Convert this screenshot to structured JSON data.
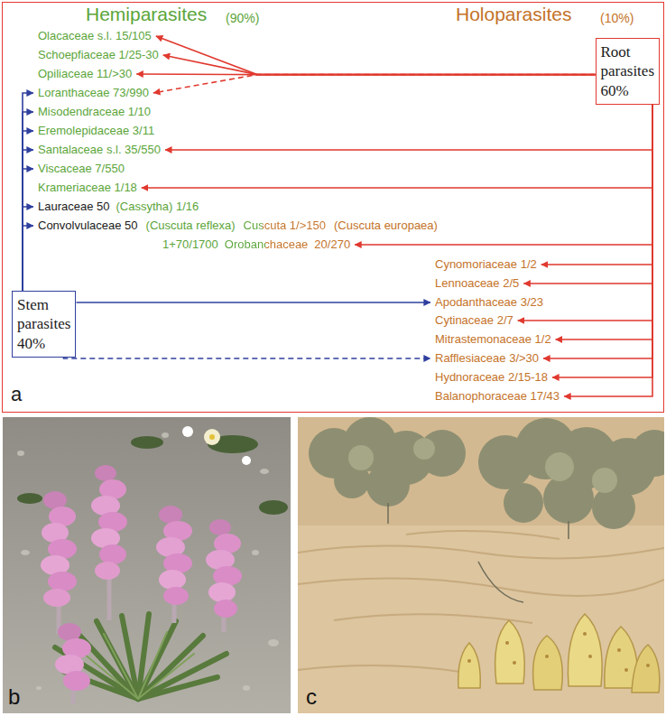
{
  "diagram": {
    "nodes": [
      {
        "text": [
          "Hemiparasites",
          "(90%)",
          "Holoparasites",
          "(10%)",
          "a"
        ]
      },
      {
        "text": [
          "Olacaceae s.l. 15/105"
        ],
        "in": 0
      },
      {
        "text": [
          "Schoepfiaceae 1/25-30"
        ],
        "in": 0
      },
      {
        "text": [
          "Root parasites 60%"
        ],
        "in": 0
      },
      {
        "text": [
          "Opiliaceae 11/>30"
        ],
        "in": 0
      },
      {
        "text": [
          "Loranthaceae 73/990"
        ],
        "in": 0
      },
      {
        "text": [
          "Misodendraceae 1/10"
        ],
        "in": 0
      },
      {
        "text": [
          "Eremolepidaceae 3/11"
        ],
        "in": 0
      },
      {
        "text": [
          "Santalaceae s.l. 35/550"
        ],
        "in": 0
      },
      {
        "text": [
          "Viscaceae 7/550"
        ],
        "in": 0
      },
      {
        "text": [
          "Krameriaceae 1/18"
        ],
        "in": 0
      },
      {
        "text": [
          "Lauraceae 50",
          "(Cassytha) 1/16"
        ],
        "in": 0
      },
      {
        "text": [
          "Convolvulaceae 50",
          "(Cuscuta reflexa)",
          "Cuscuta 1/>150",
          "(Cuscuta europaea)"
        ],
        "in": 0
      },
      {
        "text": [
          "1+70/1700",
          "Orobanchaceae",
          "20/270"
        ],
        "in": 0
      },
      {
        "text": [
          "Stem parasites 40%"
        ],
        "in": 0
      },
      {
        "text": [
          "Cynomoriaceae 1/2"
        ],
        "in": 0
      },
      {
        "text": [
          "Lennoaceae 2/5"
        ],
        "in": 0
      },
      {
        "text": [
          "Apodanthaceae 3/23"
        ],
        "in": 0
      },
      {
        "text": [
          "Cytinaceae 2/7"
        ],
        "in": 0
      },
      {
        "text": [
          "Mitrastemonaceae 1/2"
        ],
        "in": 0
      },
      {
        "text": [
          "Rafflesiaceae 3/>30"
        ],
        "in": 0
      },
      {
        "text": [
          "Hydnoraceae 2/15-18"
        ],
        "in": 0
      },
      {
        "text": [
          "Balanophoraceae 17/43"
        ],
        "in": 0
      }
    ],
    "edges": [
      {
        "from": 3,
        "to": 1,
        "arrow": "to"
      },
      {
        "from": 3,
        "to": 2,
        "arrow": "to"
      },
      {
        "from": 3,
        "to": 4,
        "arrow": "to"
      },
      {
        "from": 3,
        "to": 5,
        "arrow": "to"
      },
      {
        "from": 3,
        "to": 8,
        "arrow": "to"
      },
      {
        "from": 3,
        "to": 10,
        "arrow": "to"
      },
      {
        "from": 3,
        "to": 13,
        "arrow": "to"
      },
      {
        "from": 3,
        "to": 15,
        "arrow": "to"
      },
      {
        "from": 3,
        "to": 16,
        "arrow": "to"
      },
      {
        "from": 3,
        "to": 18,
        "arrow": "to"
      },
      {
        "from": 3,
        "to": 19,
        "arrow": "to"
      },
      {
        "from": 3,
        "to": 20,
        "arrow": "to"
      },
      {
        "from": 3,
        "to": 21,
        "arrow": "to"
      },
      {
        "from": 3,
        "to": 22,
        "arrow": "to"
      },
      {
        "from": 14,
        "to": 5,
        "arrow": "to"
      },
      {
        "from": 14,
        "to": 6,
        "arrow": "to"
      },
      {
        "from": 14,
        "to": 7,
        "arrow": "to"
      },
      {
        "from": 14,
        "to": 8,
        "arrow": "to"
      },
      {
        "from": 14,
        "to": 9,
        "arrow": "to"
      },
      {
        "from": 14,
        "to": 11,
        "arrow": "to"
      },
      {
        "from": 14,
        "to": 12,
        "arrow": "to"
      },
      {
        "from": 14,
        "to": 17,
        "arrow": "to"
      },
      {
        "from": 14,
        "to": 20,
        "arrow": "to"
      }
    ],
    "labels": [
      "b",
      "c"
    ]
  }
}
